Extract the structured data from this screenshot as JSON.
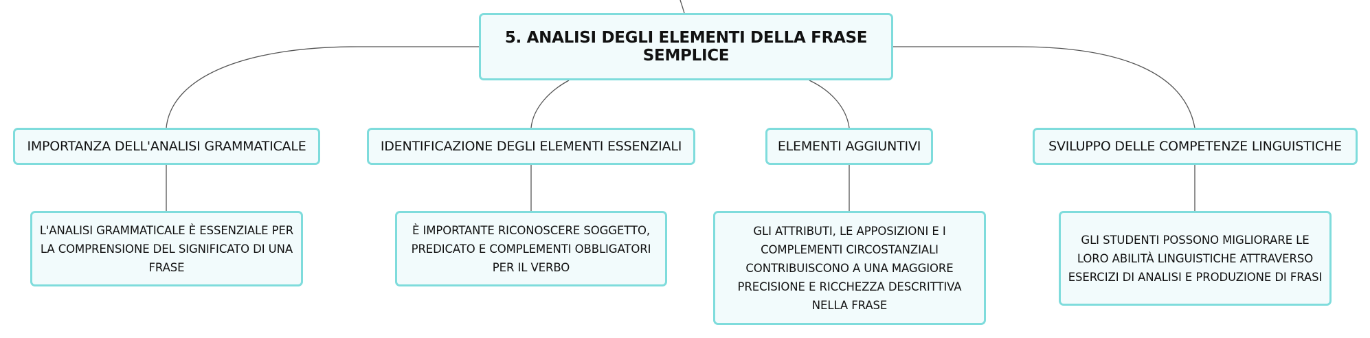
{
  "mindmap": {
    "root": {
      "label": "5. ANALISI DEGLI ELEMENTI DELLA FRASE SEMPLICE"
    },
    "topics": [
      {
        "label": "IMPORTANZA DELL'ANALISI GRAMMATICALE",
        "detail": "L'ANALISI GRAMMATICALE È ESSENZIALE PER LA COMPRENSIONE DEL SIGNIFICATO DI UNA FRASE"
      },
      {
        "label": "IDENTIFICAZIONE DEGLI ELEMENTI ESSENZIALI",
        "detail": "È IMPORTANTE RICONOSCERE SOGGETTO, PREDICATO E COMPLEMENTI OBBLIGATORI PER IL VERBO"
      },
      {
        "label": "ELEMENTI AGGIUNTIVI",
        "detail": "GLI ATTRIBUTI, LE APPOSIZIONI E I COMPLEMENTI CIRCOSTANZIALI CONTRIBUISCONO A UNA MAGGIORE PRECISIONE E RICCHEZZA DESCRITTIVA NELLA FRASE"
      },
      {
        "label": "SVILUPPO DELLE COMPETENZE LINGUISTICHE",
        "detail": "GLI STUDENTI POSSONO MIGLIORARE LE LORO ABILITÀ LINGUISTICHE ATTRAVERSO ESERCIZI DI ANALISI E PRODUZIONE DI FRASI"
      }
    ],
    "colors": {
      "node_border": "#7fdcdc",
      "node_fill": "#f2fbfc",
      "connector": "#555555",
      "text": "#111111"
    }
  }
}
